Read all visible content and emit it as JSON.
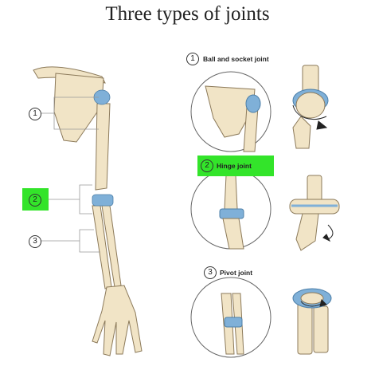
{
  "title": "Three types of joints",
  "markers": {
    "one": "1",
    "two": "2",
    "three": "3"
  },
  "joints": [
    {
      "number": "1",
      "label": "Ball and socket joint"
    },
    {
      "number": "2",
      "label": "Hinge joint"
    },
    {
      "number": "3",
      "label": "Pivot joint"
    }
  ],
  "colors": {
    "bone": "#f1e4c6",
    "bone_outline": "#8c7a5a",
    "cartilage": "#7fb0d8",
    "highlight": "#33e42a"
  }
}
